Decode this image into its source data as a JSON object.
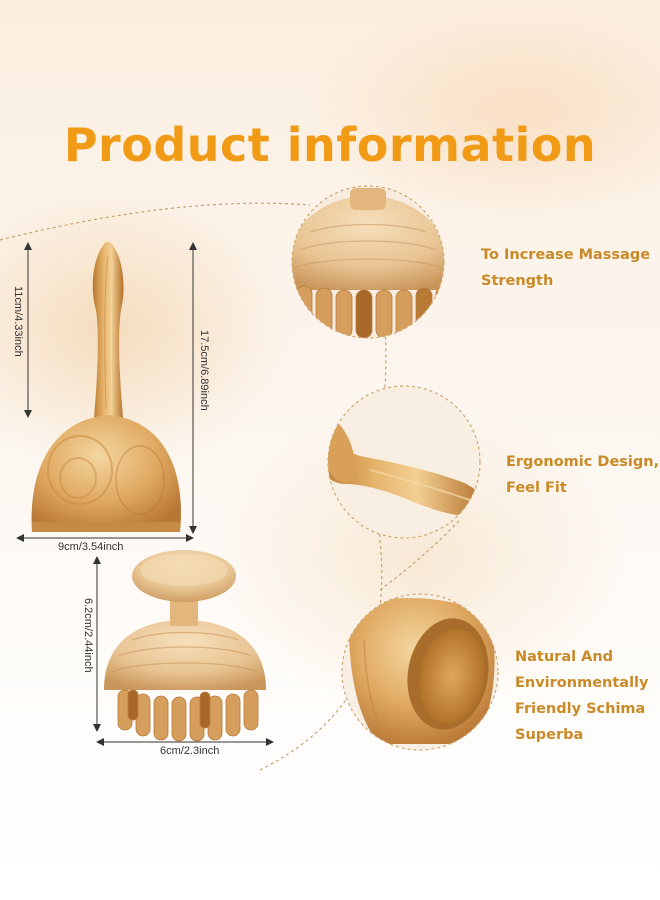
{
  "title": "Product information",
  "features": [
    {
      "text": "To Increase Massage Strength",
      "lines": [
        "To Increase Massage",
        "Strength"
      ]
    },
    {
      "text": "Ergonomic Design, Feel Fit",
      "lines": [
        "Ergonomic Design,",
        "Feel Fit"
      ]
    },
    {
      "text": "Natural And Environmentally Friendly Schima Superba",
      "lines": [
        "Natural And",
        "Environmentally",
        "Friendly Schima",
        "Superba"
      ]
    }
  ],
  "dimensions": {
    "handle_height": "11cm/4.33inch",
    "cup_total_height": "17.5cm/6.89inch",
    "cup_width": "9cm/3.54inch",
    "mushroom_height": "6.2cm/2.44inch",
    "mushroom_width": "6cm/2.3inch"
  },
  "colors": {
    "title": "#f19a16",
    "feature_text": "#c98a27",
    "wood_light": "#e9c08a",
    "wood_dark": "#b97a36"
  }
}
